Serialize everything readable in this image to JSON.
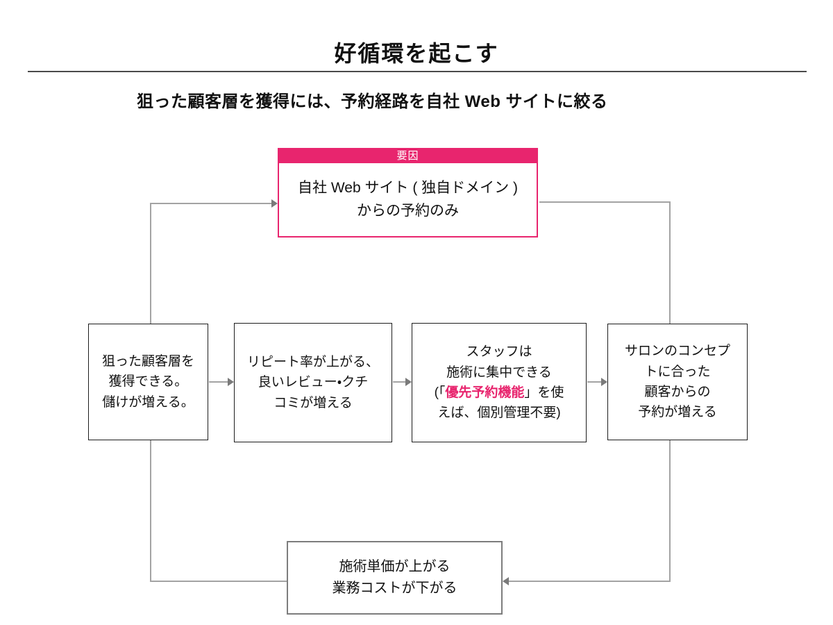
{
  "page": {
    "title": "好循環を起こす",
    "subtitle": "狙った顧客層を獲得には、予約経路を自社 Web サイトに絞る"
  },
  "colors": {
    "accent_pink": "#e8256e",
    "connector_gray": "#a3a3a3",
    "result_box_border": "#7d7d7d"
  },
  "diagram": {
    "factor_box": {
      "header": "要因",
      "lines": [
        "自社 Web サイト ( 独自ドメイン )",
        "からの予約のみ"
      ]
    },
    "box_gain": {
      "lines": [
        "狙った顧客層を",
        "獲得できる。",
        "儲けが増える。"
      ]
    },
    "box_repeat": {
      "lines": [
        "リピート率が上がる、",
        "良いレビュー・クチ",
        "コミが増える"
      ]
    },
    "box_staff": {
      "line1": "スタッフは",
      "line2": "施術に集中できる",
      "line3_pre": "(「",
      "line3_highlight": "優先予約機能",
      "line3_post": "」を使",
      "line4": "えば、個別管理不要)"
    },
    "box_salon": {
      "lines": [
        "サロンのコンセプ",
        "トに合った",
        "顧客からの",
        "予約が増える"
      ]
    },
    "box_result": {
      "lines": [
        "施術単価が上がる",
        "業務コストが下がる"
      ]
    }
  }
}
